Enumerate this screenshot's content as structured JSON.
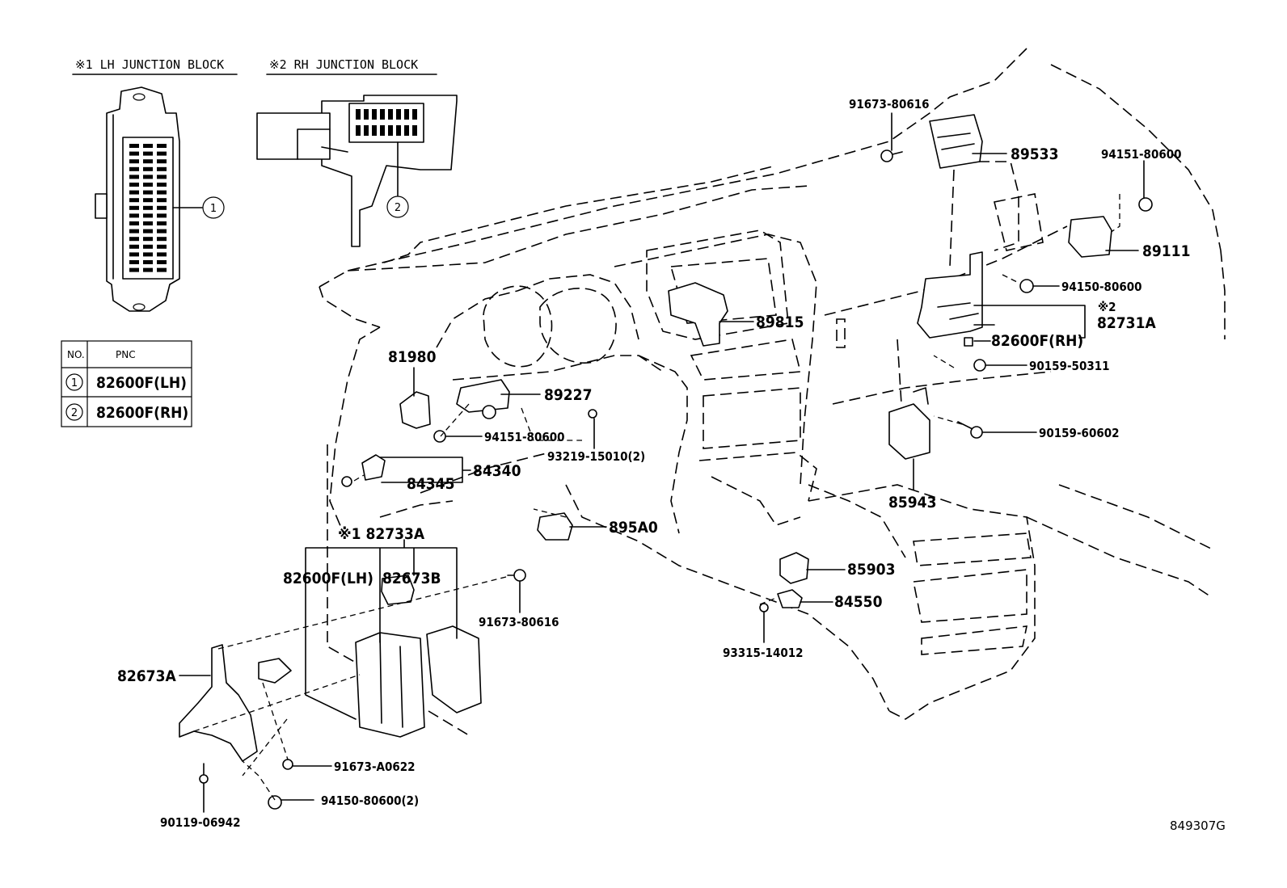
{
  "diagram_id": "849307G",
  "headers": {
    "lh_junction_block": "※1 LH JUNCTION BLOCK",
    "rh_junction_block": "※2 RH JUNCTION BLOCK"
  },
  "table": {
    "col_no": "NO.",
    "col_pnc": "PNC",
    "rows": [
      {
        "no": "1",
        "pnc": "82600F(LH)"
      },
      {
        "no": "2",
        "pnc": "82600F(RH)"
      }
    ]
  },
  "callouts": {
    "c1": "1",
    "c2": "2"
  },
  "parts": {
    "p91673_80616_top": "91673-80616",
    "p89533": "89533",
    "p94151_80600_right": "94151-80600",
    "p89111": "89111",
    "p94150_80600": "94150-80600",
    "p82731a_mark": "※2",
    "p82731a": "82731A",
    "p89815": "89815",
    "p82600f_rh": "82600F(RH)",
    "p90159_50311": "90159-50311",
    "p90159_60602": "90159-60602",
    "p85943": "85943",
    "p81980": "81980",
    "p89227": "89227",
    "p94151_80600_mid": "94151-80600",
    "p93219_15010": "93219-15010(2)",
    "p84340": "84340",
    "p84345": "84345",
    "p895a0": "895A0",
    "p82733a": "※1 82733A",
    "p82600f_lh": "82600F(LH)",
    "p82673b": "82673B",
    "p91673_80616_low": "91673-80616",
    "p85903": "85903",
    "p84550": "84550",
    "p93315_14012": "93315-14012",
    "p82673a": "82673A",
    "p91673_a0622": "91673-A0622",
    "p94150_80600_2": "94150-80600(2)",
    "p90119_06942": "90119-06942"
  }
}
